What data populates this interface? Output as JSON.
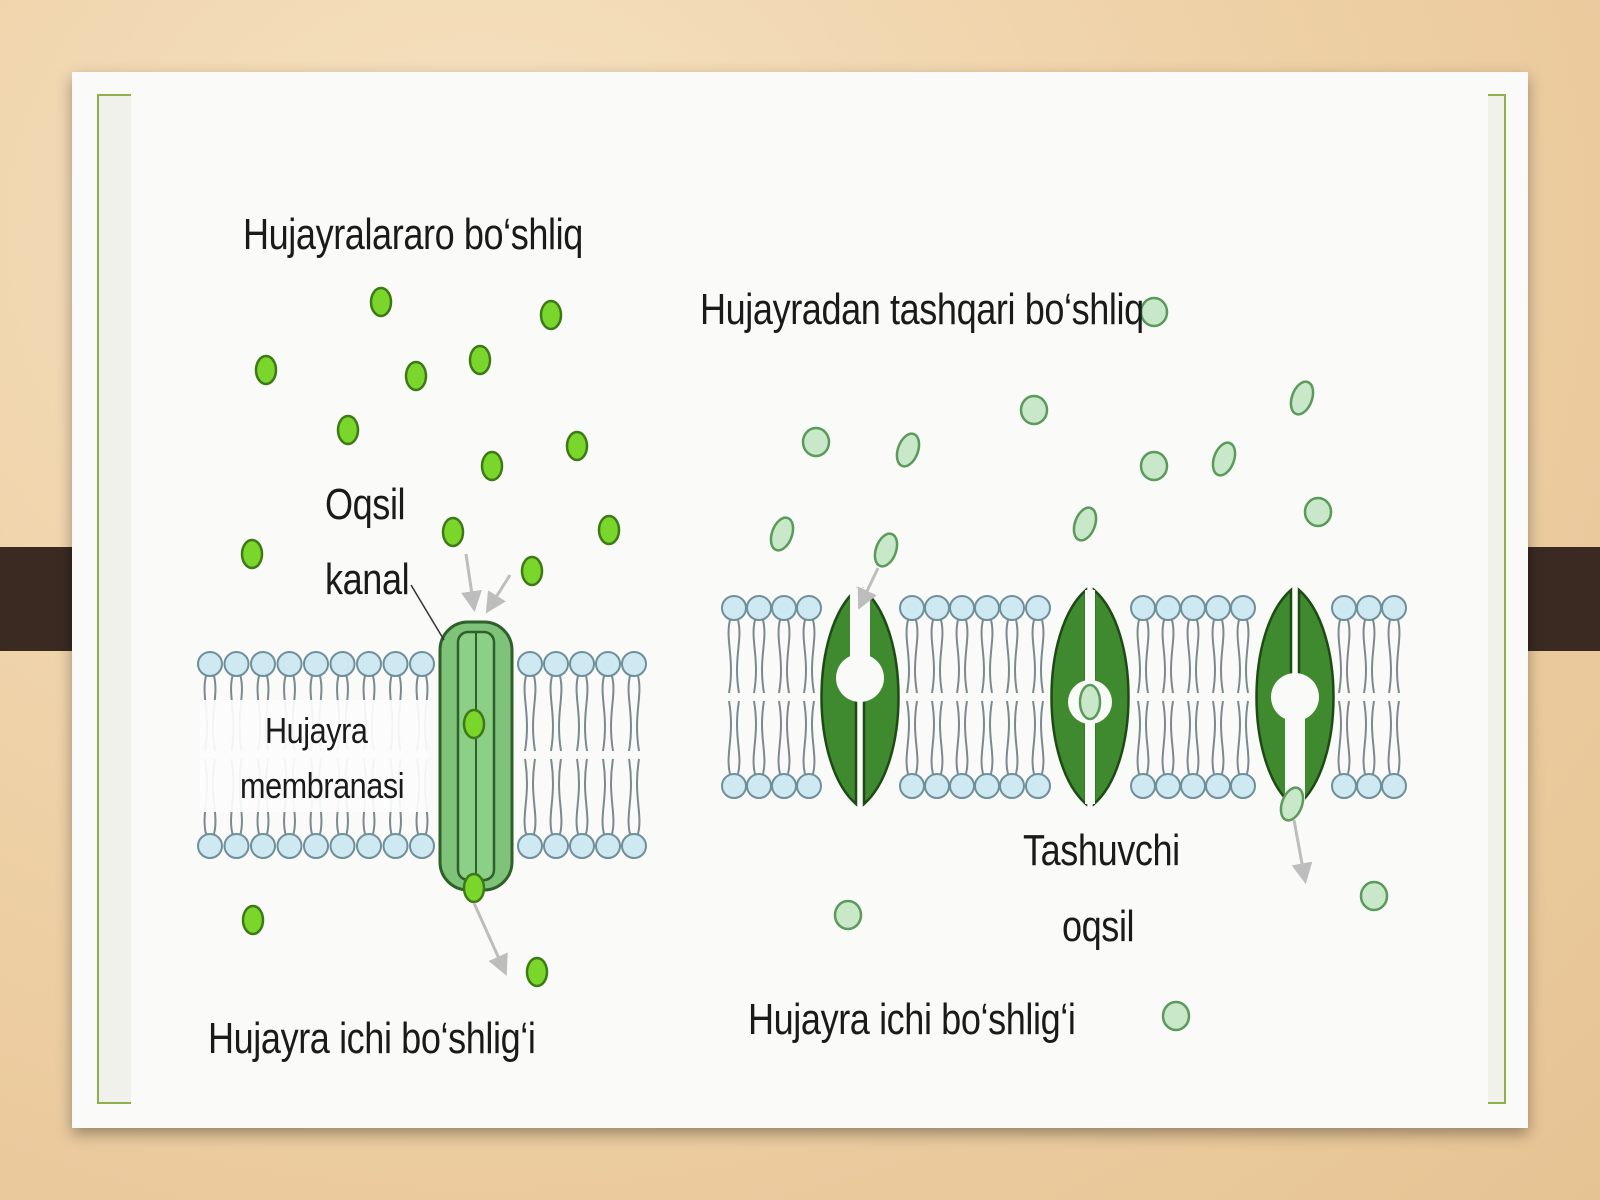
{
  "labels": {
    "intercellular_space": "Hujayralararo bo‘shliq",
    "protein_channel_line1": "Oqsil",
    "protein_channel_line2": "kanal",
    "cell_membrane_line1": "Hujayra",
    "cell_membrane_line2": "membranasi",
    "intracellular_left": "Hujayra ichi bo‘shlig‘i",
    "extracellular_space": "Hujayradan tashqari bo‘shliq",
    "carrier_protein_line1": "Tashuvchi",
    "carrier_protein_line2": "oqsil",
    "intracellular_right": "Hujayra ichi bo‘shlig‘i"
  },
  "colors": {
    "background_wood": "#efd2a8",
    "slide": "#fafaf8",
    "frame_border": "#8fae4c",
    "tab": "#3a2a22",
    "bright_molecule": "#7bd62b",
    "pale_molecule": "#c9e8c9",
    "lipid_head": "#cfe9f3",
    "channel_protein": "#7fc27a",
    "carrier_protein": "#3f8a2f"
  },
  "icons": {
    "left_molecule": "bright-green-circle",
    "right_molecule": "pale-green-circle",
    "phospholipid": "lipid-bilayer"
  }
}
